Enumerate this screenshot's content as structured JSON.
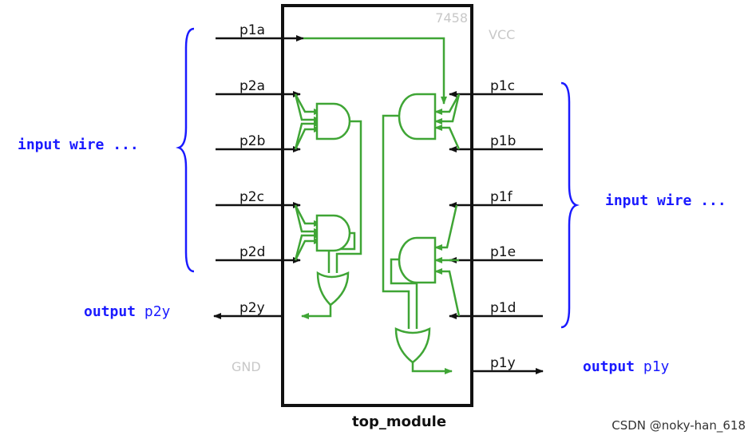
{
  "chip": {
    "part": "7458",
    "vcc": "VCC",
    "gnd": "GND",
    "module_name": "top_module"
  },
  "pins_left": [
    "p1a",
    "p2a",
    "p2b",
    "p2c",
    "p2d",
    "p2y"
  ],
  "pins_right": [
    "p1c",
    "p1b",
    "p1f",
    "p1e",
    "p1d",
    "p1y"
  ],
  "annotations": {
    "left_input": "input wire ...",
    "right_input": "input wire ...",
    "out_p2y_kw": "output",
    "out_p2y_name": "p2y",
    "out_p1y_kw": "output",
    "out_p1y_name": "p1y"
  },
  "colors": {
    "wire": "#111111",
    "gate": "#3fa535",
    "annotation": "#1a1aff",
    "muted": "#c8c8c8"
  },
  "watermark": "CSDN @noky-han_618"
}
